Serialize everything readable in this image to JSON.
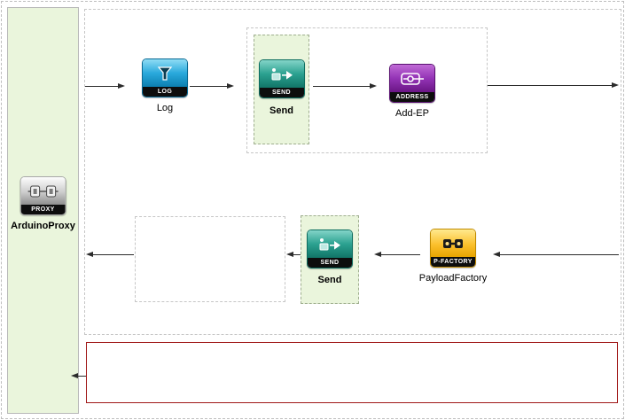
{
  "nodes": {
    "proxy": {
      "band": "PROXY",
      "label": "ArduinoProxy"
    },
    "log": {
      "band": "LOG",
      "label": "Log"
    },
    "send_in": {
      "band": "SEND",
      "label": "Send"
    },
    "addep": {
      "band": "ADDRESS",
      "label": "Add-EP"
    },
    "payload_factory": {
      "band": "P-FACTORY",
      "label": "PayloadFactory"
    },
    "send_out": {
      "band": "SEND",
      "label": "Send"
    }
  },
  "colors": {
    "container_fill_green": "#eaf5dc",
    "fault_sequence_border": "#a01818",
    "connector": "#2b2b2b",
    "band_background": "#0d0d0d",
    "log_icon_base": "#1a96c8",
    "send_icon_base": "#1e8e7e",
    "address_icon_base": "#8a2fa8",
    "payload_factory_icon_base": "#f3b700",
    "proxy_icon_base": "#a8a8a8"
  }
}
